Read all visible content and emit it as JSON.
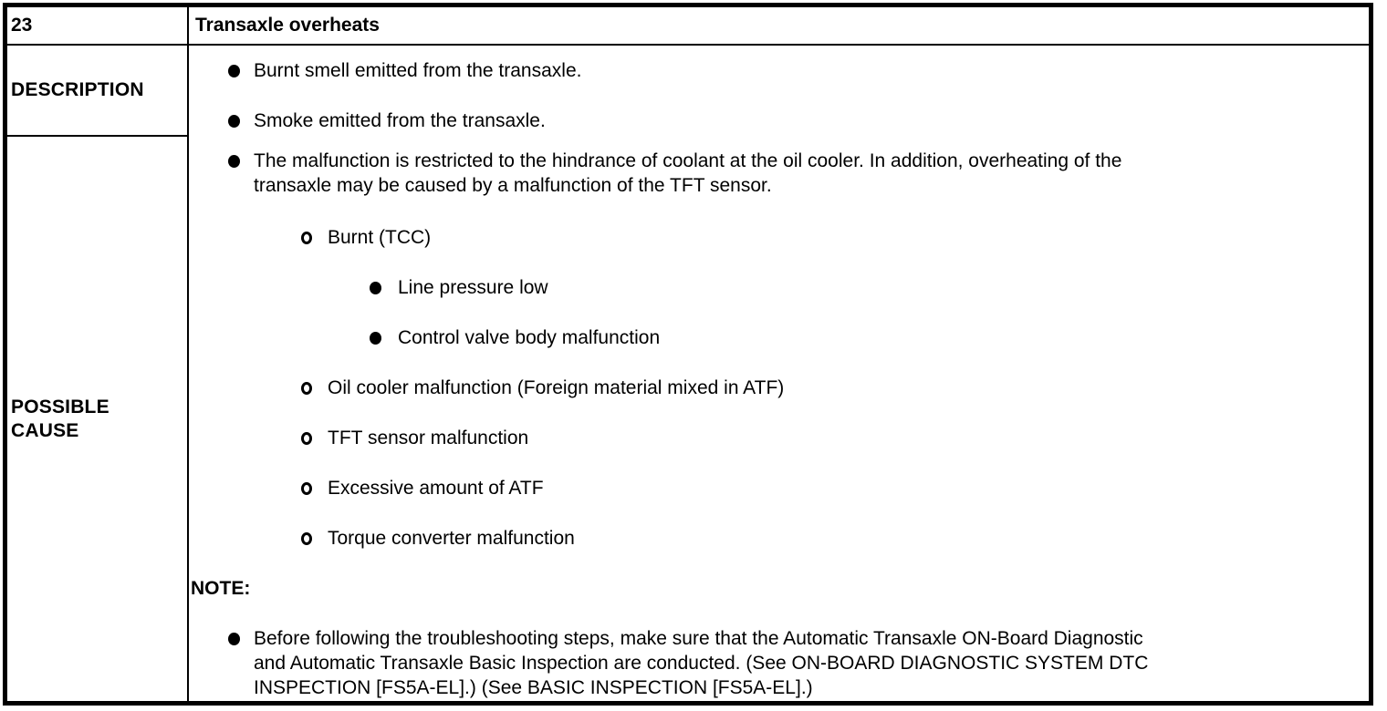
{
  "table": {
    "row_number": "23",
    "title": "Transaxle overheats",
    "description": {
      "label": "DESCRIPTION",
      "items": [
        "Burnt smell emitted from the transaxle.",
        "Smoke emitted from the transaxle."
      ]
    },
    "possible_cause": {
      "label_line1": "POSSIBLE",
      "label_line2": "CAUSE",
      "intro_lines": [
        "The malfunction is restricted to the hindrance of coolant at the oil cooler. In addition, overheating of the",
        "transaxle may be caused by a malfunction of the TFT sensor."
      ],
      "causes": [
        {
          "label": "Burnt (TCC)",
          "sub": [
            "Line pressure low",
            "Control valve body malfunction"
          ]
        },
        {
          "label": "Oil cooler malfunction (Foreign material mixed in ATF)"
        },
        {
          "label": "TFT sensor malfunction"
        },
        {
          "label": "Excessive amount of ATF"
        },
        {
          "label": "Torque converter malfunction"
        }
      ],
      "note_label": "NOTE:",
      "note_lines": [
        "Before following the troubleshooting steps, make sure that the Automatic Transaxle ON-Board Diagnostic",
        "and Automatic Transaxle Basic Inspection are conducted. (See ON-BOARD DIAGNOSTIC SYSTEM DTC",
        "INSPECTION [FS5A-EL].) (See BASIC INSPECTION [FS5A-EL].)"
      ]
    }
  }
}
